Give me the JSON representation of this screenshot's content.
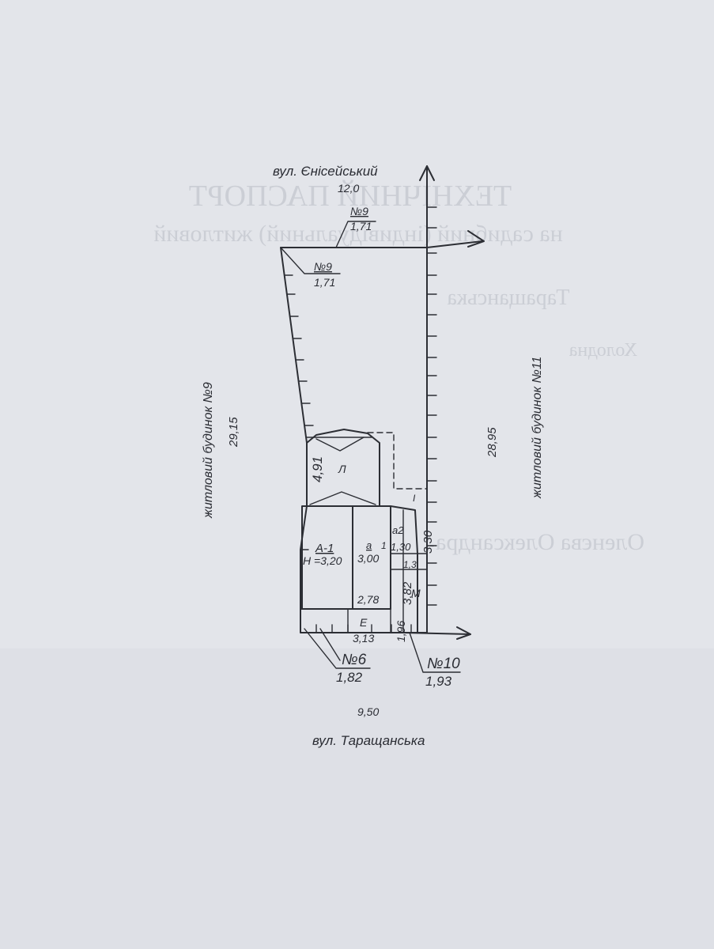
{
  "streets": {
    "north": "вул. Єнісейський",
    "south": "вул. Таращанська"
  },
  "neighbors": {
    "left": "житловий будинок  №9",
    "right": "житловий будинок  №11"
  },
  "dimensions": {
    "top_width": "12,0",
    "bottom_width": "9,50",
    "left_length": "29,15",
    "right_length": "28,95",
    "l_width": "4,91",
    "a_depth": "3,20",
    "a_width": "3,00",
    "a_lower": "2,78",
    "e_width": "3,13",
    "m_length": "3,82",
    "a2_length": "3,30",
    "a2_width": "1,30",
    "small_1": "1,96",
    "small_2": "1,3"
  },
  "building_labels": {
    "a1": "А-1",
    "a_height": "Н =3,20",
    "a": "а",
    "a_one": "1",
    "a2": "а2",
    "l": "Л",
    "m": "М",
    "e": "Е",
    "gate": "І"
  },
  "markers": [
    {
      "number": "№9",
      "value": "1,71"
    },
    {
      "number": "№9",
      "value": "1,71"
    },
    {
      "number": "№6",
      "value": "1,82"
    },
    {
      "number": "№10",
      "value": "1,93"
    }
  ],
  "background_text": [
    "ТЕХНІЧНИЙ ПАСПОРТ",
    "на садибний (індивідуальний) житловий",
    "Таращанська",
    "Холодна",
    "Оленєва Олександра"
  ]
}
